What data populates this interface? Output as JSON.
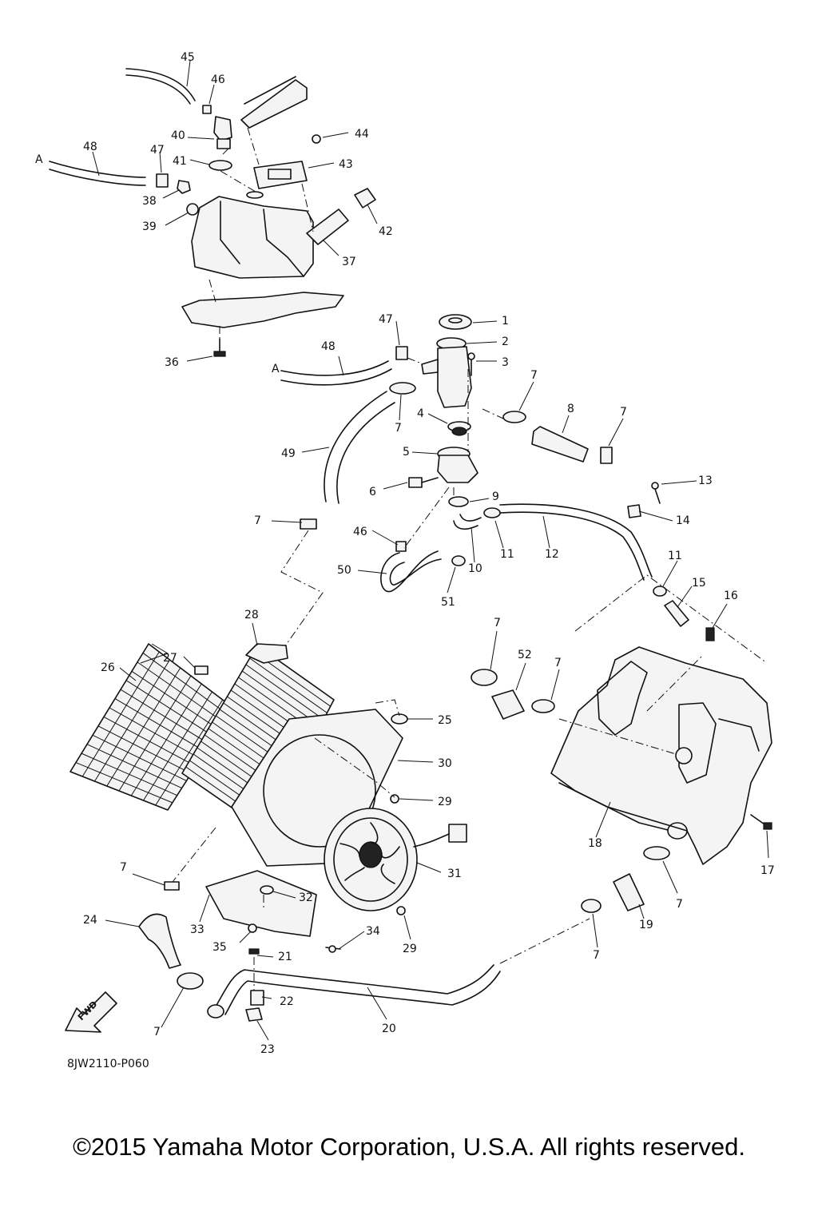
{
  "diagram": {
    "code": "8JW2110-P060",
    "fwd_label": "FWD",
    "ref_marks": [
      "A",
      "A"
    ],
    "callouts": {
      "c1": "1",
      "c2": "2",
      "c3": "3",
      "c4": "4",
      "c5": "5",
      "c6": "6",
      "c7": "7",
      "c8": "8",
      "c9": "9",
      "c10": "10",
      "c11": "11",
      "c12": "12",
      "c13": "13",
      "c14": "14",
      "c15": "15",
      "c16": "16",
      "c17": "17",
      "c18": "18",
      "c19": "19",
      "c20": "20",
      "c21": "21",
      "c22": "22",
      "c23": "23",
      "c24": "24",
      "c25": "25",
      "c26": "26",
      "c27": "27",
      "c28": "28",
      "c29": "29",
      "c30": "30",
      "c31": "31",
      "c32": "32",
      "c33": "33",
      "c34": "34",
      "c35": "35",
      "c36": "36",
      "c37": "37",
      "c38": "38",
      "c39": "39",
      "c40": "40",
      "c41": "41",
      "c42": "42",
      "c43": "43",
      "c44": "44",
      "c45": "45",
      "c46": "46",
      "c47": "47",
      "c48": "48",
      "c49": "49",
      "c50": "50",
      "c51": "51",
      "c52": "52"
    }
  },
  "copyright": "©2015 Yamaha Motor Corporation, U.S.A. All rights reserved."
}
